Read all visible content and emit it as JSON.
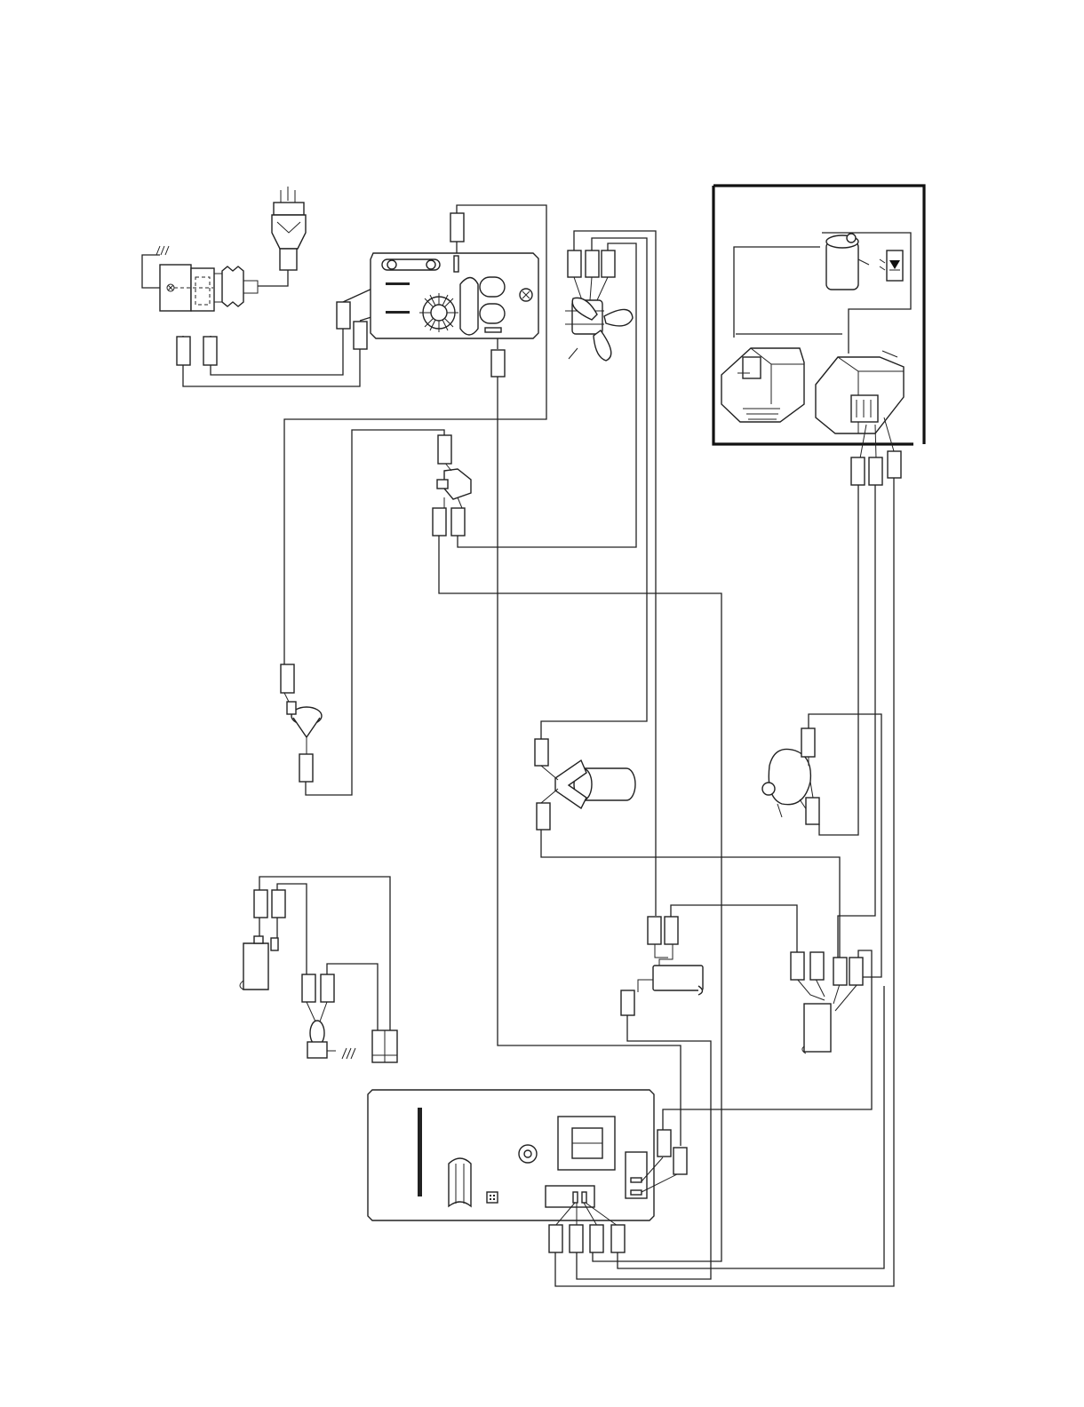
{
  "diagram": {
    "type": "wiring diagram",
    "components": [
      {
        "id": "power-cord-plug",
        "icon": "plug-icon"
      },
      {
        "id": "noise-filter-board",
        "icon": "filter-board-icon"
      },
      {
        "id": "fan-motor",
        "icon": "fan-icon"
      },
      {
        "id": "high-voltage-section",
        "icon": "hv-box-icon"
      },
      {
        "id": "hv-capacitor",
        "icon": "capacitor-icon"
      },
      {
        "id": "hv-diode",
        "icon": "diode-icon"
      },
      {
        "id": "magnetron",
        "icon": "magnetron-icon"
      },
      {
        "id": "hv-transformer",
        "icon": "transformer-icon"
      },
      {
        "id": "interlock-switch-top",
        "icon": "switch-icon"
      },
      {
        "id": "thermal-cutout",
        "icon": "thermostat-icon"
      },
      {
        "id": "oven-lamp",
        "icon": "lamp-icon"
      },
      {
        "id": "turntable-motor",
        "icon": "motor-icon"
      },
      {
        "id": "door-switch-left",
        "icon": "switch-icon"
      },
      {
        "id": "lamp-socket-ground",
        "icon": "ground-icon"
      },
      {
        "id": "terminal-block",
        "icon": "terminal-icon"
      },
      {
        "id": "relay-switch-middle",
        "icon": "switch-icon"
      },
      {
        "id": "relay-switch-right",
        "icon": "switch-icon"
      },
      {
        "id": "control-board",
        "icon": "circuit-board-icon"
      }
    ]
  }
}
